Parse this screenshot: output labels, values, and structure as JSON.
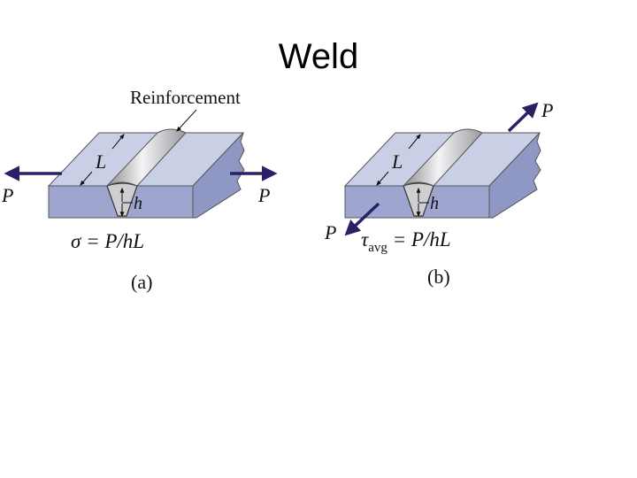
{
  "slide": {
    "title": "Weld"
  },
  "figure_a": {
    "callout": "Reinforcement",
    "length_label": "L",
    "thickness_label": "h",
    "load_left": "P",
    "load_right": "P",
    "equation": "σ = P/hL",
    "caption": "(a)"
  },
  "figure_b": {
    "length_label": "L",
    "thickness_label": "h",
    "load_top": "P",
    "load_bottom": "P",
    "equation_symbol": "τ",
    "equation_subscript": "avg",
    "equation_rest": " = P/hL",
    "caption": "(b)"
  },
  "colors": {
    "plate_top": "#c9d0e6",
    "plate_front": "#9ea6cf",
    "plate_side": "#8f97c4",
    "weld_bead": "#cfcfd2",
    "arrow": "#2b1f66"
  }
}
